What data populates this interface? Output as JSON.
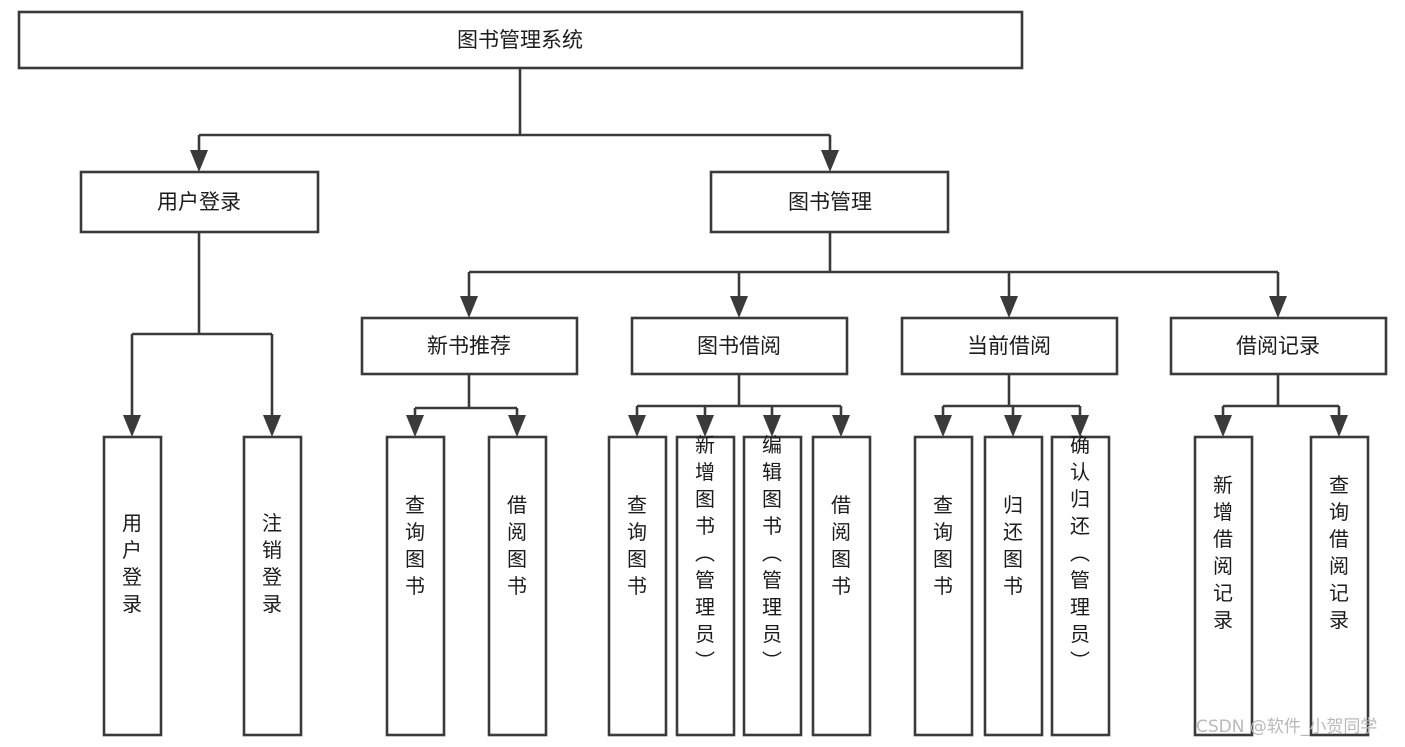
{
  "diagram": {
    "title": "图书管理系统",
    "type": "tree-hierarchy-chart",
    "watermark": "CSDN @软件_小贺同学",
    "colors": {
      "box_stroke": "#3a3a3a",
      "box_fill": "#ffffff",
      "connector": "#3a3a3a",
      "text": "#1c1c1c",
      "background": "#ffffff",
      "watermark": "#b9b9b9"
    },
    "root": {
      "label": "图书管理系统"
    },
    "level2": [
      {
        "label": "用户登录"
      },
      {
        "label": "图书管理"
      }
    ],
    "level3": [
      {
        "label": "新书推荐"
      },
      {
        "label": "图书借阅"
      },
      {
        "label": "当前借阅"
      },
      {
        "label": "借阅记录"
      }
    ],
    "leaves_user_login": [
      {
        "label": "用户登录"
      },
      {
        "label": "注销登录"
      }
    ],
    "leaves_new_book": [
      {
        "label": "查询图书"
      },
      {
        "label": "借阅图书"
      }
    ],
    "leaves_book_borrow": [
      {
        "label": "查询图书"
      },
      {
        "label": "新增图书（管理员）"
      },
      {
        "label": "编辑图书（管理员）"
      },
      {
        "label": "借阅图书"
      }
    ],
    "leaves_current_borrow": [
      {
        "label": "查询图书"
      },
      {
        "label": "归还图书"
      },
      {
        "label": "确认归还（管理员）"
      }
    ],
    "leaves_borrow_record": [
      {
        "label": "新增借阅记录"
      },
      {
        "label": "查询借阅记录"
      }
    ]
  }
}
